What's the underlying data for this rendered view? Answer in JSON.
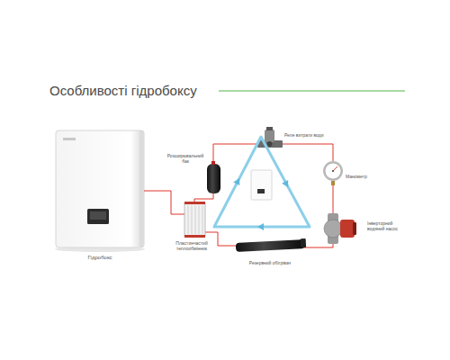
{
  "diagram": {
    "title": "Особливості гідробоксу",
    "labels": [
      "Гідробокс",
      "Розширювальний бак",
      "Реле витрати води",
      "Манометр",
      "Інверторний водяний насос",
      "Пластинчастий теплообмінник",
      "Резервний обігрівач"
    ]
  }
}
